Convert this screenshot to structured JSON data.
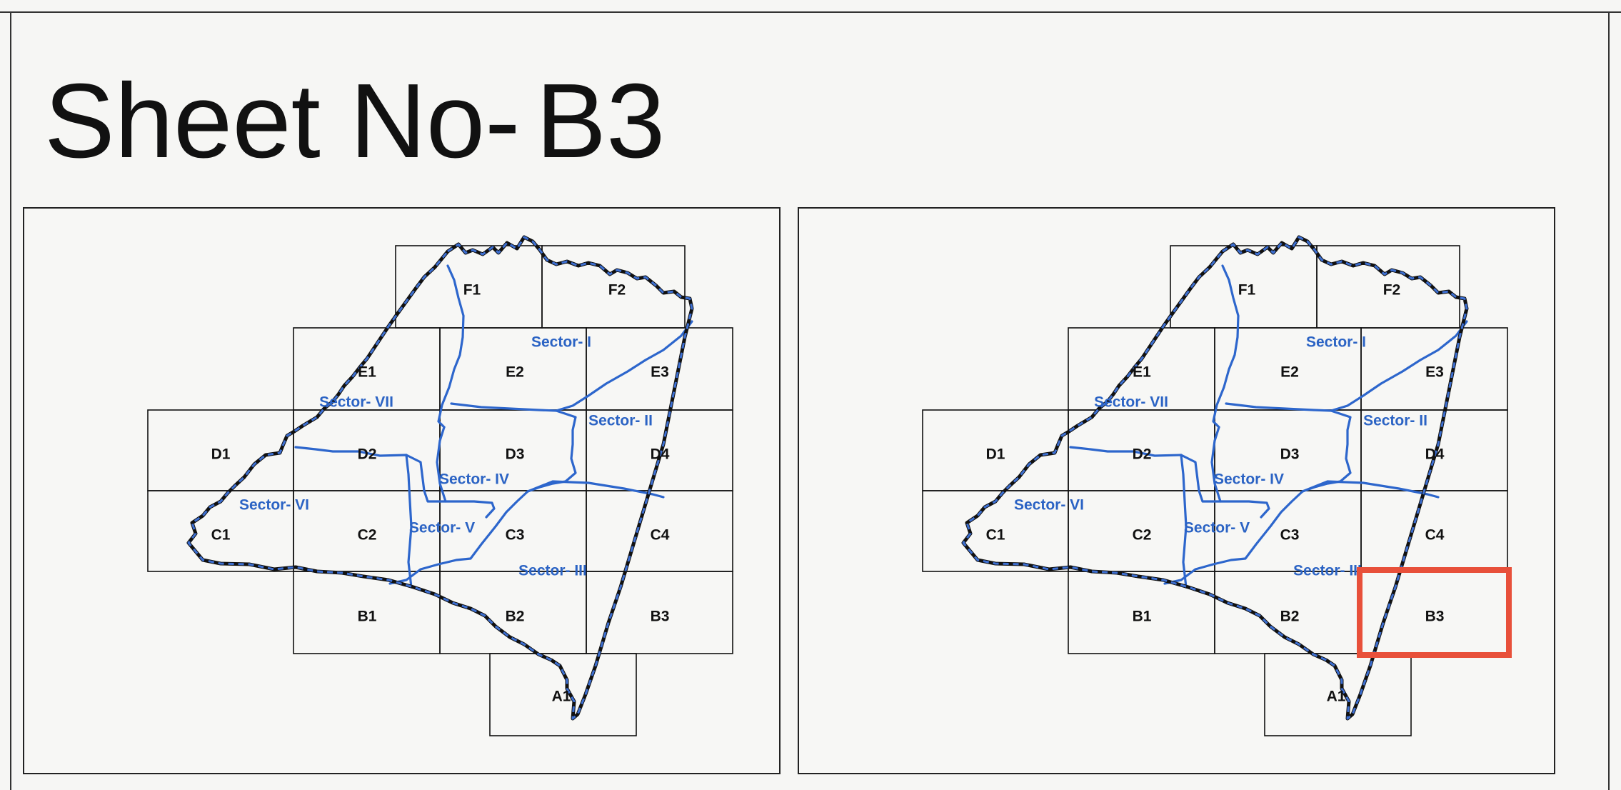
{
  "sheet": {
    "title_prefix": "Sheet No-",
    "title_code": "B3"
  },
  "map": {
    "grid_cells": [
      "F1",
      "F2",
      "E1",
      "E2",
      "E3",
      "D1",
      "D2",
      "D3",
      "D4",
      "C1",
      "C2",
      "C3",
      "C4",
      "B1",
      "B2",
      "B3",
      "A1"
    ],
    "sectors": [
      "Sector- I",
      "Sector- II",
      "Sector- III",
      "Sector- IV",
      "Sector- V",
      "Sector- VI",
      "Sector- VII"
    ],
    "highlighted_cell": "B3",
    "colors": {
      "sector_lines": "#2d66cc",
      "highlight": "#e8503a",
      "boundary": "#111111"
    }
  }
}
